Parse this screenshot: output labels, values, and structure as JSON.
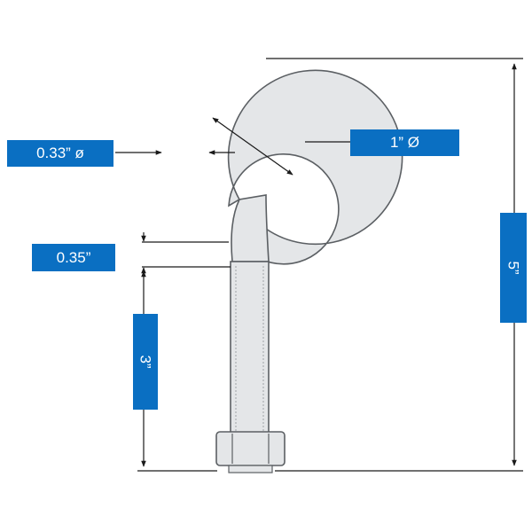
{
  "diagram": {
    "product": "eye bolt",
    "labels": {
      "wire_diameter": "0.33” ø",
      "eye_inner_diameter": "1” Ø",
      "neck_length": "0.35”",
      "thread_length": "3”",
      "overall_length": "5”"
    },
    "colors": {
      "label_fill": "#0a6fc2",
      "label_text": "#ffffff",
      "bolt_fill": "#e4e6e8",
      "bolt_stroke": "#5b5f63",
      "dimension_line": "#1a1a1a"
    }
  }
}
